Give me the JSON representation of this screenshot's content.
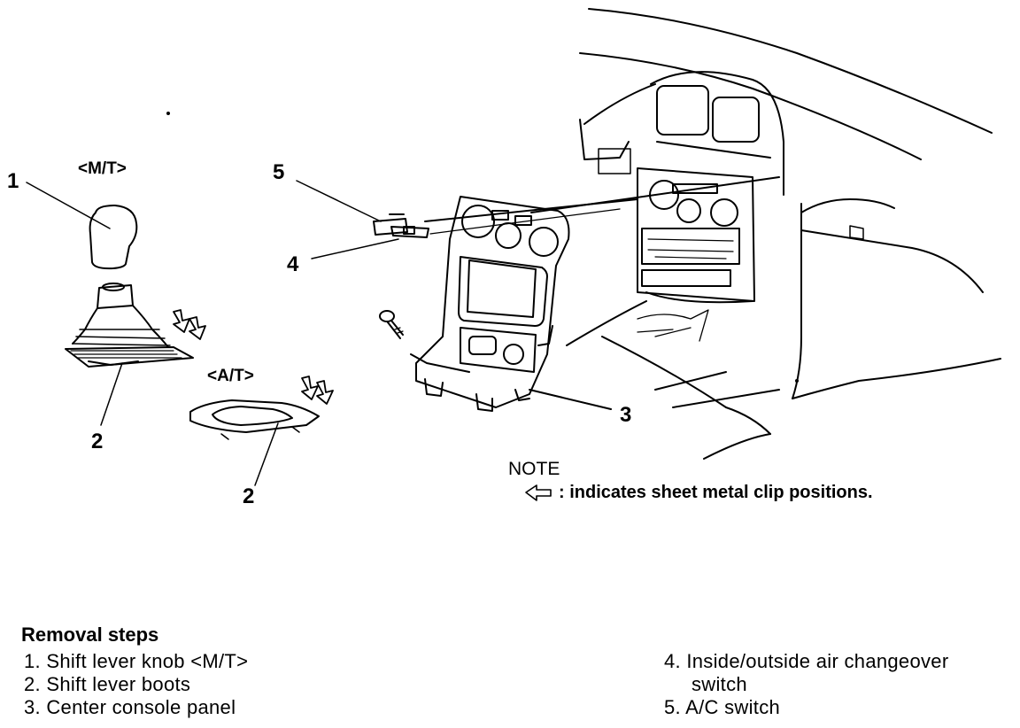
{
  "diagram": {
    "callouts": [
      {
        "id": "1",
        "label": "1"
      },
      {
        "id": "2a",
        "label": "2"
      },
      {
        "id": "2b",
        "label": "2"
      },
      {
        "id": "3",
        "label": "3"
      },
      {
        "id": "4",
        "label": "4"
      },
      {
        "id": "5",
        "label": "5"
      }
    ],
    "variant_labels": {
      "mt": "<M/T>",
      "at": "<A/T>"
    }
  },
  "note": {
    "title": "NOTE",
    "text": ": indicates sheet metal clip positions."
  },
  "removal": {
    "title": "Removal steps",
    "steps_left": [
      "1. Shift lever knob <M/T>",
      "2. Shift lever boots",
      "3. Center console panel"
    ],
    "steps_right": [
      "4. Inside/outside air changeover",
      "switch",
      "5. A/C switch"
    ]
  }
}
